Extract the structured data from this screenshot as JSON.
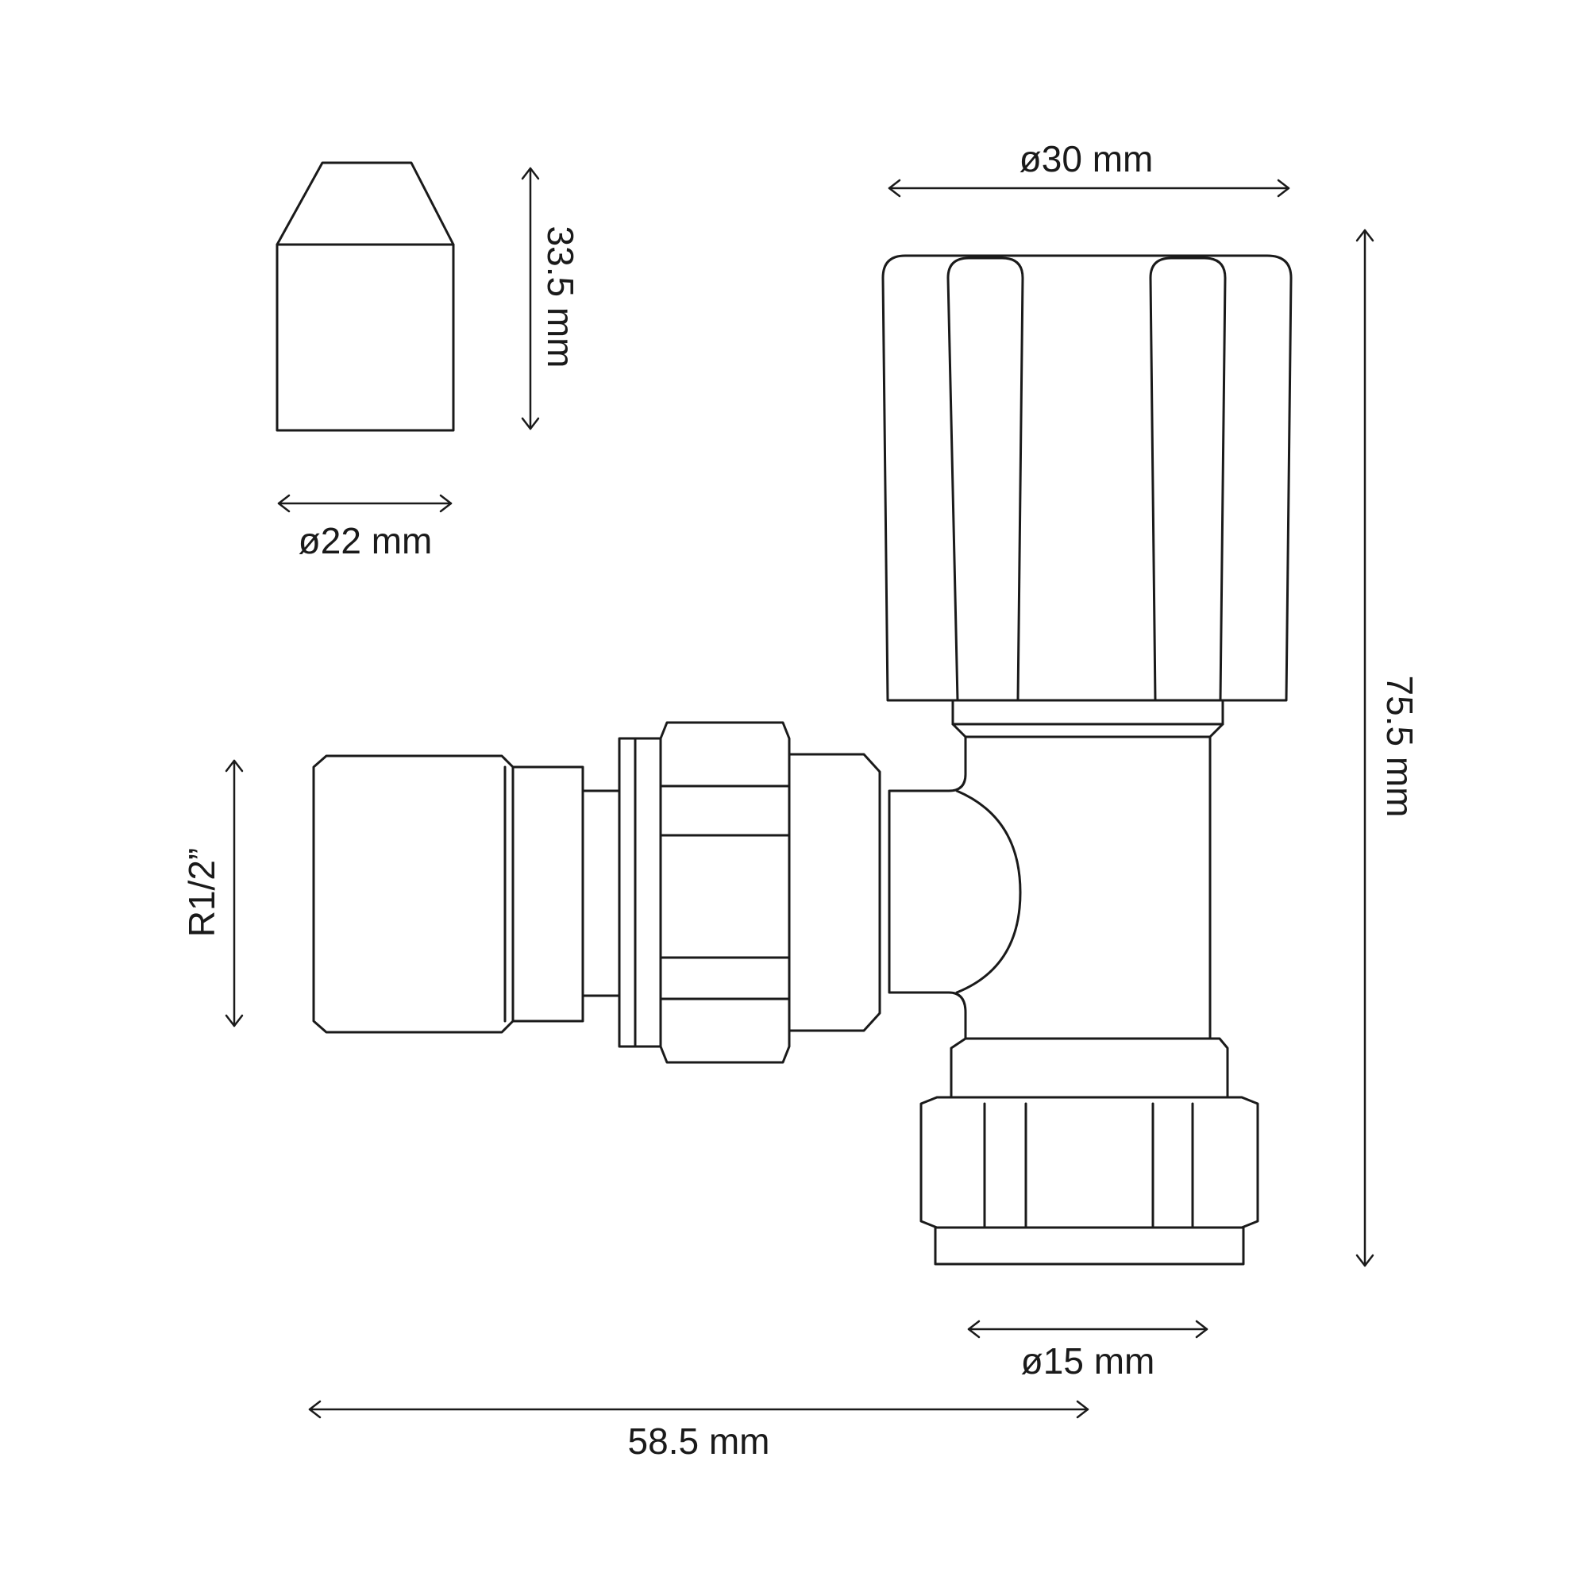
{
  "dimensions": {
    "cap_height": "33.5 mm",
    "cap_diameter": "ø22 mm",
    "head_diameter": "ø30 mm",
    "total_height": "75.5 mm",
    "thread": "R1/2”",
    "outlet_diameter": "ø15 mm",
    "total_length": "58.5 mm"
  }
}
